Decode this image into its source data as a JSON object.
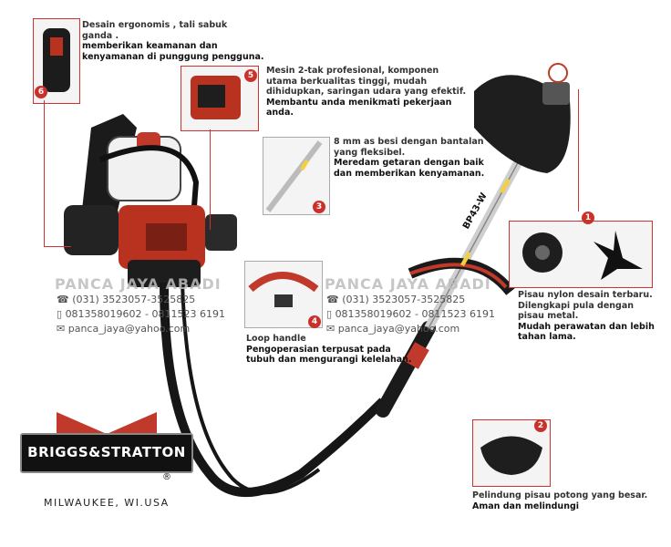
{
  "features": [
    {
      "num": "6",
      "line1": "Desain ergonomis , tali sabuk",
      "line2": "ganda .",
      "line3": "memberikan keamanan dan",
      "line4": "kenyamanan di punggung pengguna."
    },
    {
      "num": "5",
      "line1": "Mesin 2-tak profesional, komponen",
      "line2": "utama berkualitas tinggi, mudah",
      "line3": "dihidupkan, saringan udara yang efektif.",
      "line4": "Membantu anda menikmati pekerjaan",
      "line5": "anda."
    },
    {
      "num": "3",
      "line1": "8 mm as besi dengan bantalan",
      "line2": "yang fleksibel.",
      "line3": "Meredam getaran dengan baik",
      "line4": "dan memberikan kenyamanan."
    },
    {
      "num": "4",
      "title": "Loop handle",
      "line1": "Pengoperasian terpusat pada",
      "line2": "tubuh dan mengurangi kelelahan."
    },
    {
      "num": "1",
      "line1": "Pisau nylon desain terbaru.",
      "line2": "Dilengkapi pula dengan",
      "line3": "pisau metal.",
      "line4": "Mudah perawatan dan lebih",
      "line5": "tahan lama."
    },
    {
      "num": "2",
      "line1": "Pelindung pisau potong yang besar.",
      "line2": "Aman dan melindungi"
    }
  ],
  "watermark": {
    "brand": "PANCA JAYA ABADI",
    "phone": "(031) 3523057-3525825",
    "mobile": "081358019602 - 0811523 6191",
    "email": "panca_jaya@yahoo.com"
  },
  "product_label": "BP43-W",
  "logo": {
    "text": "BRIGGS&STRATTON",
    "location": "MILWAUKEE, WI.USA",
    "registered": "®"
  },
  "colors": {
    "accent": "#c9312b",
    "engine": "#b8321f",
    "frame": "#1a1a1a",
    "shaft": "#c8c8c8"
  }
}
